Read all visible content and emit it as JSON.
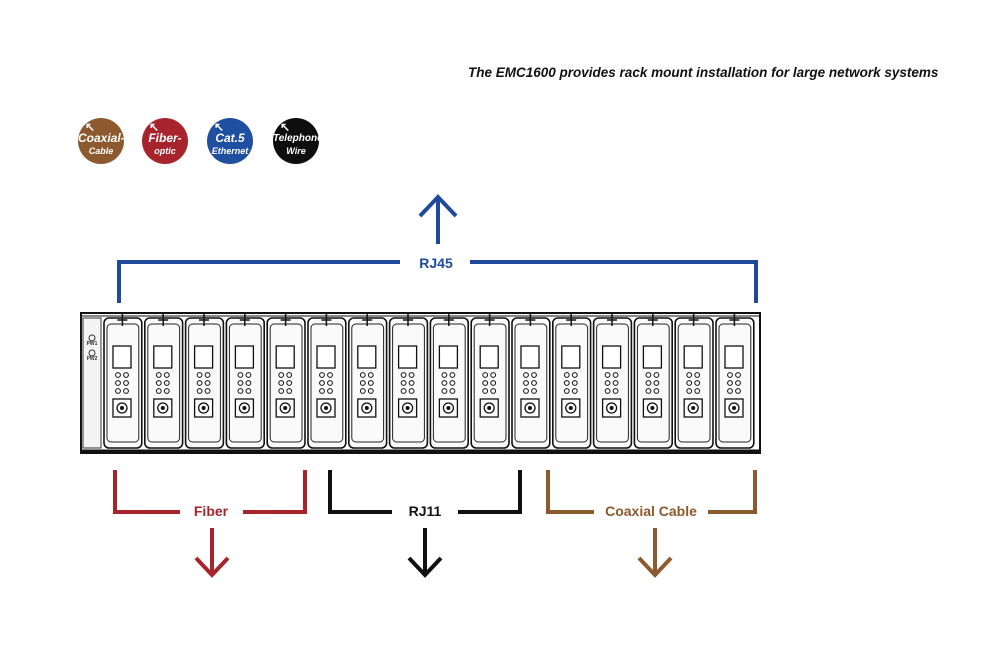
{
  "caption": "The EMC1600 provides rack mount installation for large network systems",
  "badges": [
    {
      "main": "Coaxial-",
      "sub": "Cable",
      "color": "#8c5a2e"
    },
    {
      "main": "Fiber-",
      "sub": "optic",
      "color": "#a8242c"
    },
    {
      "main": "Cat.5",
      "sub": "Ethernet",
      "color": "#1f4fa0"
    },
    {
      "main": "Telephone",
      "sub": "Wire",
      "color": "#0e0e0e"
    }
  ],
  "groups": {
    "rj45": {
      "label": "RJ45",
      "color": "#1f4a9c"
    },
    "fiber": {
      "label": "Fiber",
      "color": "#a8242c"
    },
    "rj11": {
      "label": "RJ11",
      "color": "#111111"
    },
    "coax": {
      "label": "Coaxial Cable",
      "color": "#8c5a2e"
    }
  },
  "chassis": {
    "slot_count": 16,
    "psu_labels": [
      "PW1",
      "PW2"
    ]
  }
}
